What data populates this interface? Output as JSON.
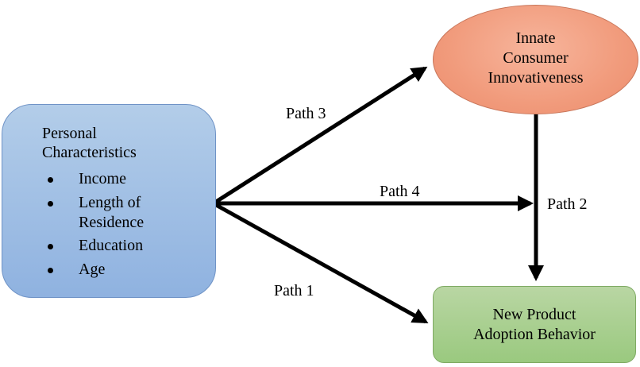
{
  "nodes": {
    "personal": {
      "title_line1": "Personal",
      "title_line2": "Characteristics",
      "items": [
        {
          "line1": "Income",
          "line2": ""
        },
        {
          "line1": "Length of",
          "line2": "Residence"
        },
        {
          "line1": "Education",
          "line2": ""
        },
        {
          "line1": "Age",
          "line2": ""
        }
      ],
      "color": "#9dbde6"
    },
    "innate": {
      "line1": "Innate",
      "line2": "Consumer",
      "line3": "Innovativeness",
      "color": "#f2a184"
    },
    "adoption": {
      "line1": "New Product",
      "line2": "Adoption Behavior",
      "color": "#a6cf8c"
    }
  },
  "paths": {
    "path1": "Path 1",
    "path2": "Path 2",
    "path3": "Path 3",
    "path4": "Path 4"
  }
}
